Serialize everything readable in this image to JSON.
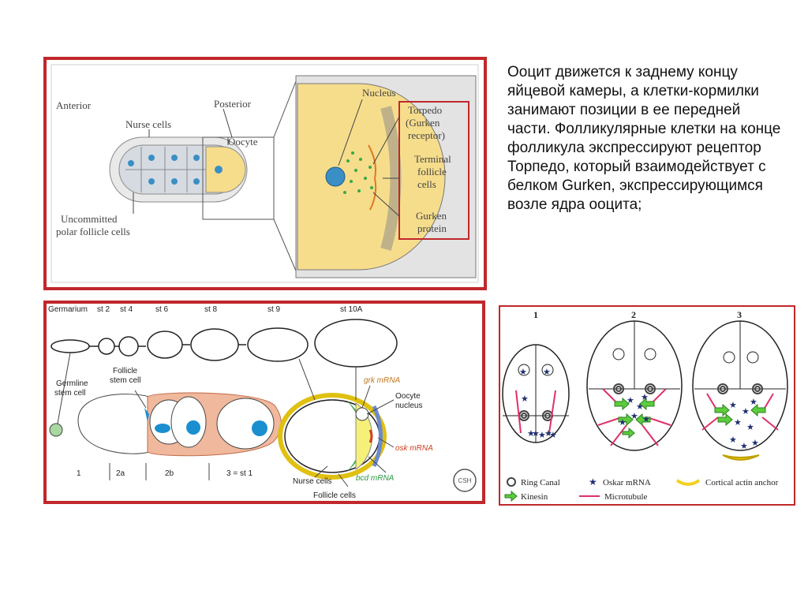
{
  "description_text": "Ооцит движется к заднему концу яйцевой камеры, а клетки-кормилки занимают позиции в ее передней части.  Фолликулярные клетки на конце фолликула экспрессируют рецептор Торпедо, который взаимодействует с белком Gurken, экспрессирующимся возле ядра ооцита;",
  "panel1": {
    "anterior": "Anterior",
    "posterior": "Posterior",
    "nurse_cells": "Nurse cells",
    "oocyte": "Oocyte",
    "uncommitted_1": "Uncommitted",
    "uncommitted_2": "polar follicle cells",
    "nucleus": "Nucleus",
    "torpedo_1": "Torpedo",
    "torpedo_2": "(Gurken",
    "torpedo_3": "receptor)",
    "terminal_1": "Terminal",
    "terminal_2": "follicle",
    "terminal_3": "cells",
    "gurken_1": "Gurken",
    "gurken_2": "protein"
  },
  "panel2": {
    "germarium": "Germarium",
    "st2": "st 2",
    "st4": "st 4",
    "st6": "st 6",
    "st8": "st 8",
    "st9": "st 9",
    "st10a": "st 10A",
    "germline_1": "Germline",
    "germline_2": "stem cell",
    "follicle_1": "Follicle",
    "follicle_2": "stem cell",
    "grk": "grk mRNA",
    "oocyte_1": "Oocyte",
    "oocyte_2": "nucleus",
    "osk": "osk mRNA",
    "bcd": "bcd mRNA",
    "nurse": "Nurse cells",
    "follicle_cells": "Follicle cells",
    "reg1": "1",
    "reg2a": "2a",
    "reg2b": "2b",
    "reg3": "3 = st 1",
    "csh": "CSH"
  },
  "panel3": {
    "n1": "1",
    "n2": "2",
    "n3": "3",
    "legend_ring": "Ring Canal",
    "legend_oskar": "Oskar mRNA",
    "legend_anchor": "Cortical actin anchor",
    "legend_kinesin": "Kinesin",
    "legend_microtubule": "Microtubule"
  },
  "colors": {
    "frame_red": "#c0282b",
    "oocyte_yellow": "#f6dd8c",
    "nucleus_blue": "#3a8fc4",
    "gurken_green": "#3aa845",
    "torpedo_orange": "#e07820",
    "follicle_pink": "#f0b89c",
    "microtubule_pink": "#e0306a",
    "kinesin_green": "#5ccc3c",
    "oskar_navy": "#1e2f70"
  }
}
